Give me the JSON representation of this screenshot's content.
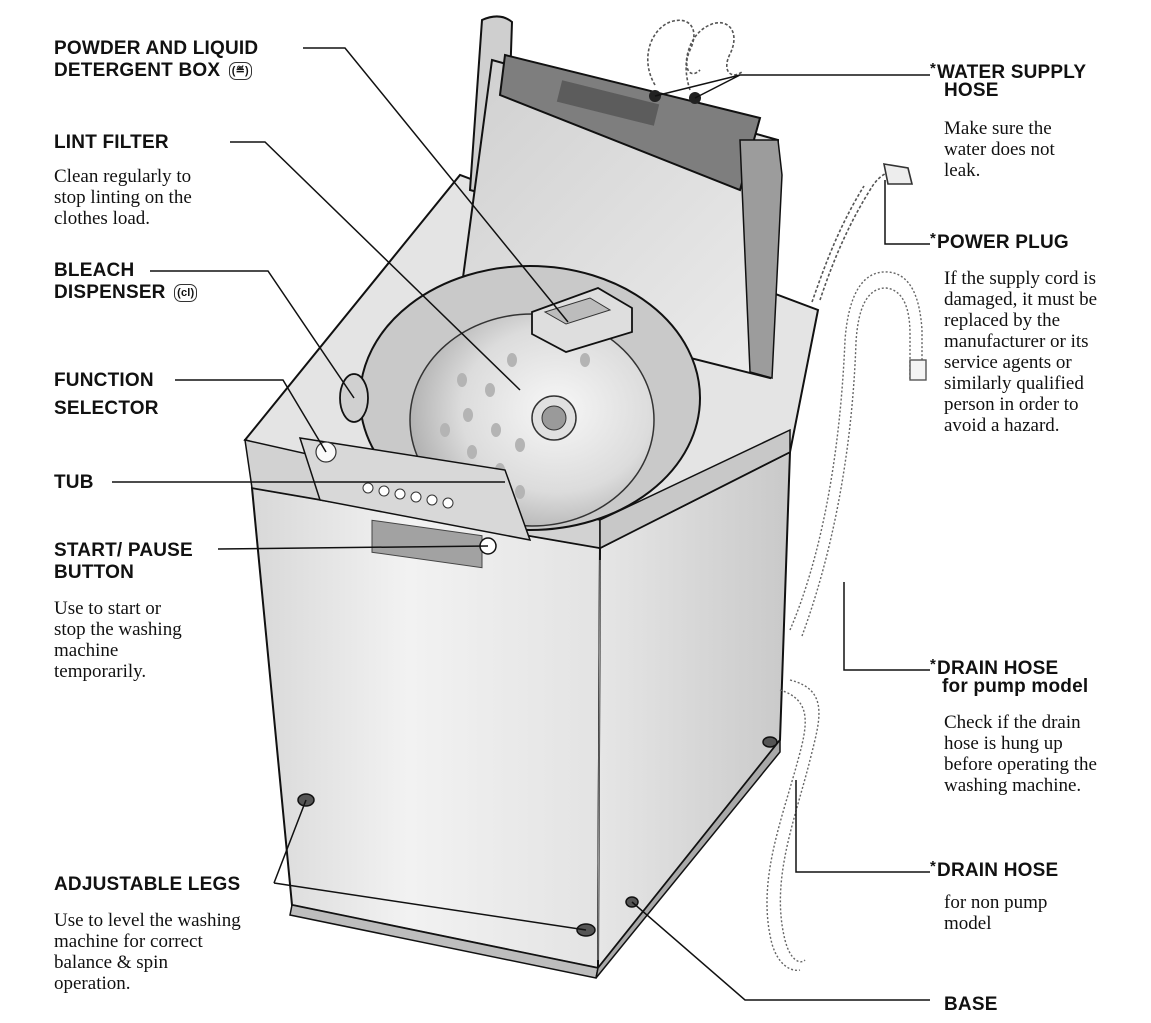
{
  "callouts": {
    "powder_box": {
      "line1": "POWDER AND LIQUID",
      "line2": "DETERGENT BOX",
      "symbol": "(≝)"
    },
    "lint_filter": {
      "label": "LINT FILTER",
      "desc": [
        "Clean regularly to",
        "stop linting on the",
        "clothes load."
      ]
    },
    "bleach": {
      "line1": "BLEACH",
      "line2": "DISPENSER",
      "symbol": "(cl)"
    },
    "function_selector": {
      "line1": "FUNCTION",
      "line2": "SELECTOR"
    },
    "tub": {
      "label": "TUB"
    },
    "start_pause": {
      "line1": "START/ PAUSE",
      "line2": "BUTTON",
      "desc": [
        "Use to start or",
        "stop the washing",
        "machine",
        "temporarily."
      ]
    },
    "adjustable_legs": {
      "label": "ADJUSTABLE LEGS",
      "desc": [
        "Use to level the washing",
        "machine for correct",
        "balance & spin",
        "operation."
      ]
    },
    "water_supply_hose": {
      "asterisk": "*",
      "line1": "WATER SUPPLY",
      "line2": "HOSE",
      "desc": [
        "Make sure the",
        "water does not",
        "leak."
      ]
    },
    "power_plug": {
      "asterisk": "*",
      "label": "POWER PLUG",
      "desc": [
        "If the supply cord is",
        "damaged, it must be",
        "replaced by the",
        "manufacturer or its",
        "service agents or",
        "similarly qualified",
        "person in order to",
        "avoid a hazard."
      ]
    },
    "drain_hose_pump": {
      "asterisk": "*",
      "line1": "DRAIN HOSE",
      "line2": "for pump model",
      "desc": [
        "Check if the drain",
        "hose is hung up",
        "before operating the",
        "washing machine."
      ]
    },
    "drain_hose_nonpump": {
      "asterisk": "*",
      "label": "DRAIN HOSE",
      "desc": [
        "for non pump",
        "model"
      ]
    },
    "base": {
      "label": "BASE"
    }
  },
  "colors": {
    "ink": "#111111",
    "body_fill": "#efefef",
    "panel_fill": "#dcdcdc",
    "shadow": "#c4c4c4",
    "lid_fill": "#8c8c8c"
  }
}
